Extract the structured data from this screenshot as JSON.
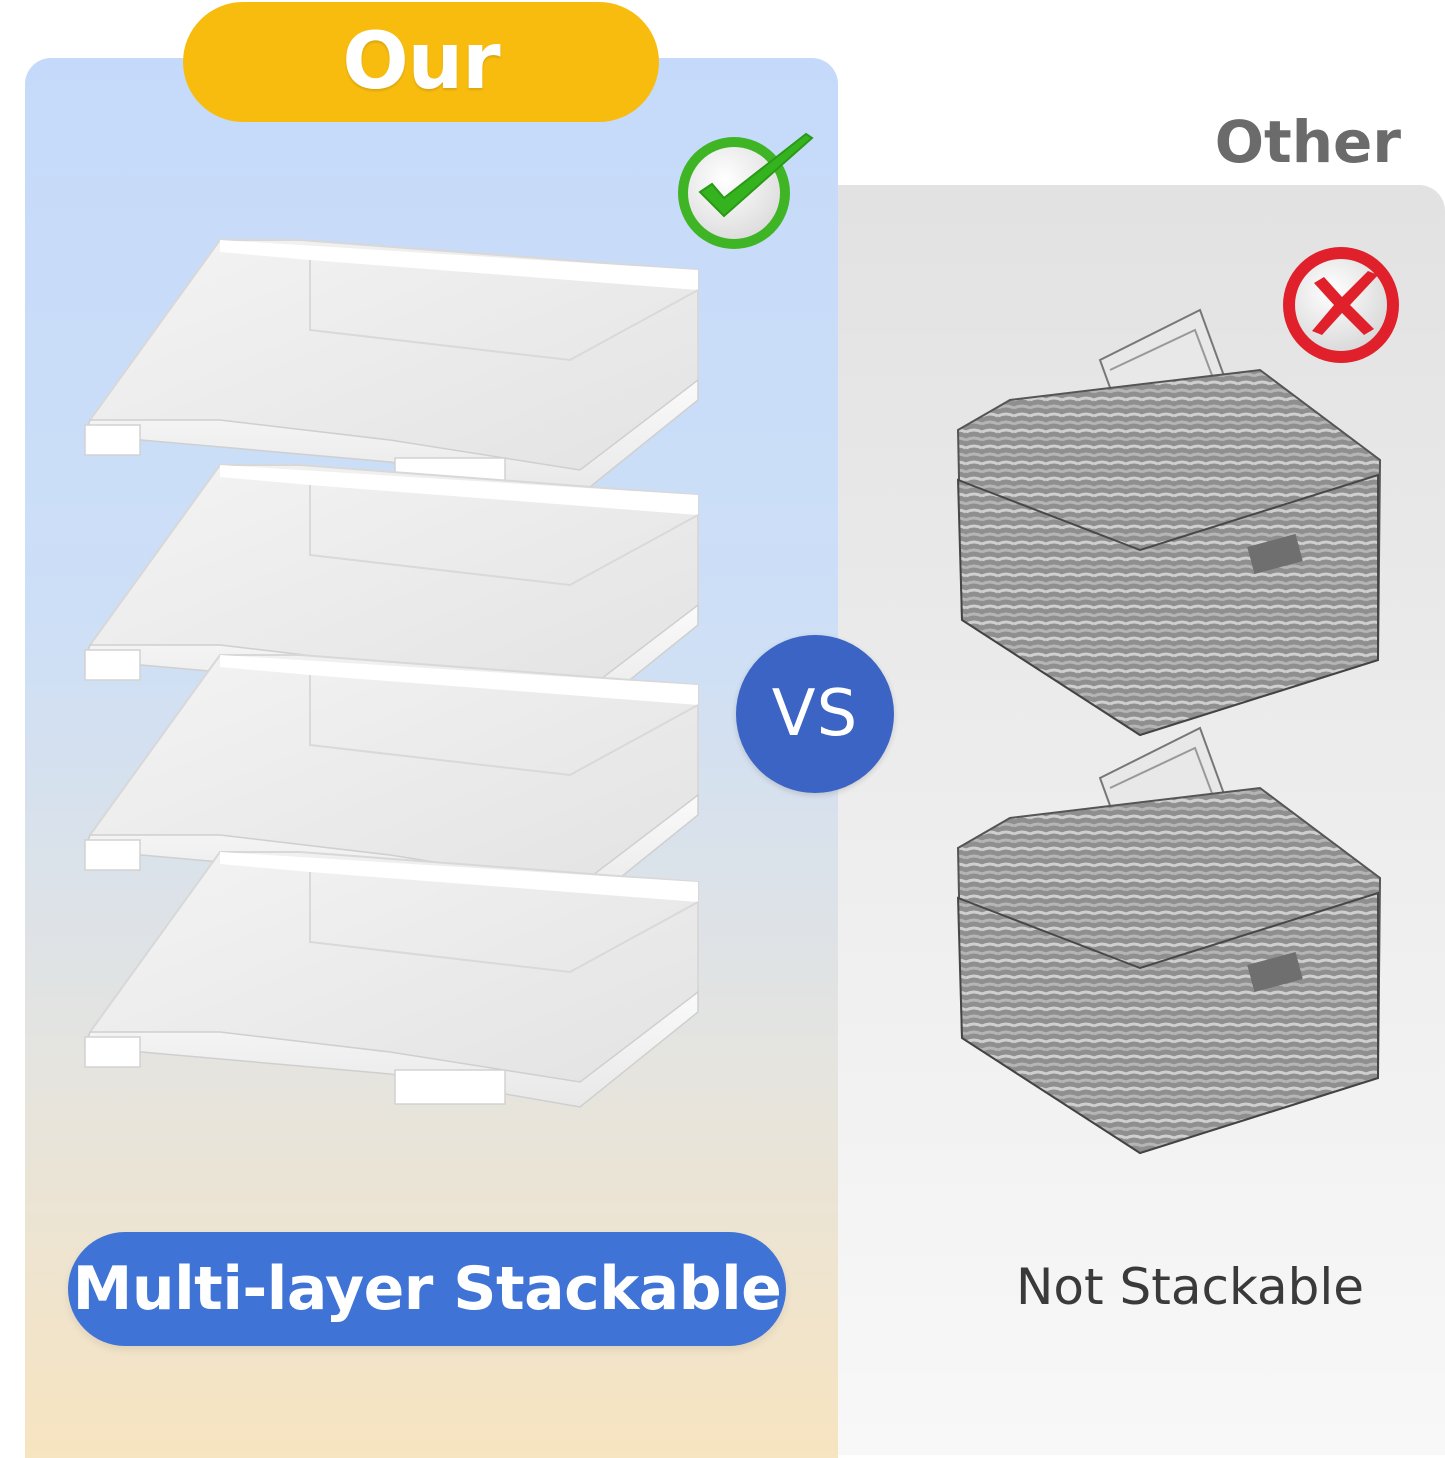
{
  "left": {
    "badge_label": "Our",
    "feature_label": "Multi-layer Stackable",
    "status_icon": "checkmark-icon",
    "tray_count": 4,
    "colors": {
      "badge": "#f8bc0f",
      "pill": "#3f73d6",
      "check": "#35b31f"
    }
  },
  "vs_label": "VS",
  "right": {
    "title": "Other",
    "feature_label": "Not Stackable",
    "status_icon": "cross-icon",
    "basket_count": 2,
    "colors": {
      "cross": "#e0212b",
      "title": "#6b6b6b"
    }
  }
}
